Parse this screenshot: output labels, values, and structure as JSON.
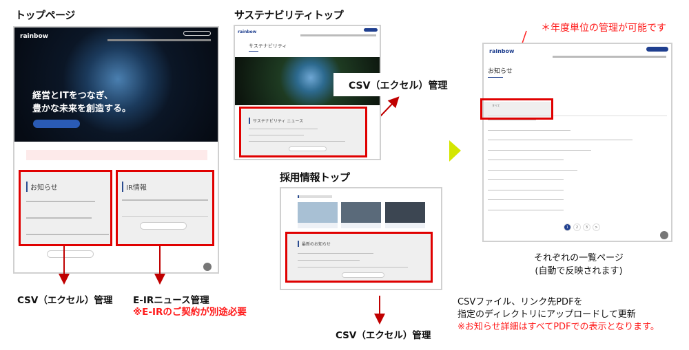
{
  "top_page": {
    "title": "トップページ",
    "hero_line1": "経営とITをつなぎ、",
    "hero_line2": "豊かな未来を創造する。",
    "news_heading": "お知らせ",
    "ir_heading": "IR情報",
    "csv_label": "CSV（エクセル）管理",
    "eir_label": "E-IRニュース管理",
    "eir_note": "※E-IRのご契約が別途必要"
  },
  "sustainability_top": {
    "title": "サステナビリティトップ",
    "page_heading": "サステナビリティ",
    "news_heading": "サステナビリティ ニュース",
    "callout": "CSV（エクセル）管理"
  },
  "recruit_top": {
    "title": "採用情報トップ",
    "news_heading": "最新のお知らせ",
    "csv_label": "CSV（エクセル）管理"
  },
  "list_page": {
    "note": "＊年度単位の管理が可能です",
    "page_heading": "お知らせ",
    "filter_value": "すべて",
    "pagination": [
      "1",
      "2",
      "3",
      ">"
    ],
    "caption_line1": "それぞれの一覧ページ",
    "caption_line2": "(自動で反映されます)"
  },
  "footer_note": {
    "line1": "CSVファイル、リンク先PDFを",
    "line2": "指定のディレクトリにアップロードして更新",
    "line3": "※お知らせ詳細はすべてPDFでの表示となります。"
  },
  "colors": {
    "highlight": "#e00000",
    "arrow": "#c00000",
    "flow_triangle": "#d4e600",
    "brand": "#1f3f8f"
  }
}
